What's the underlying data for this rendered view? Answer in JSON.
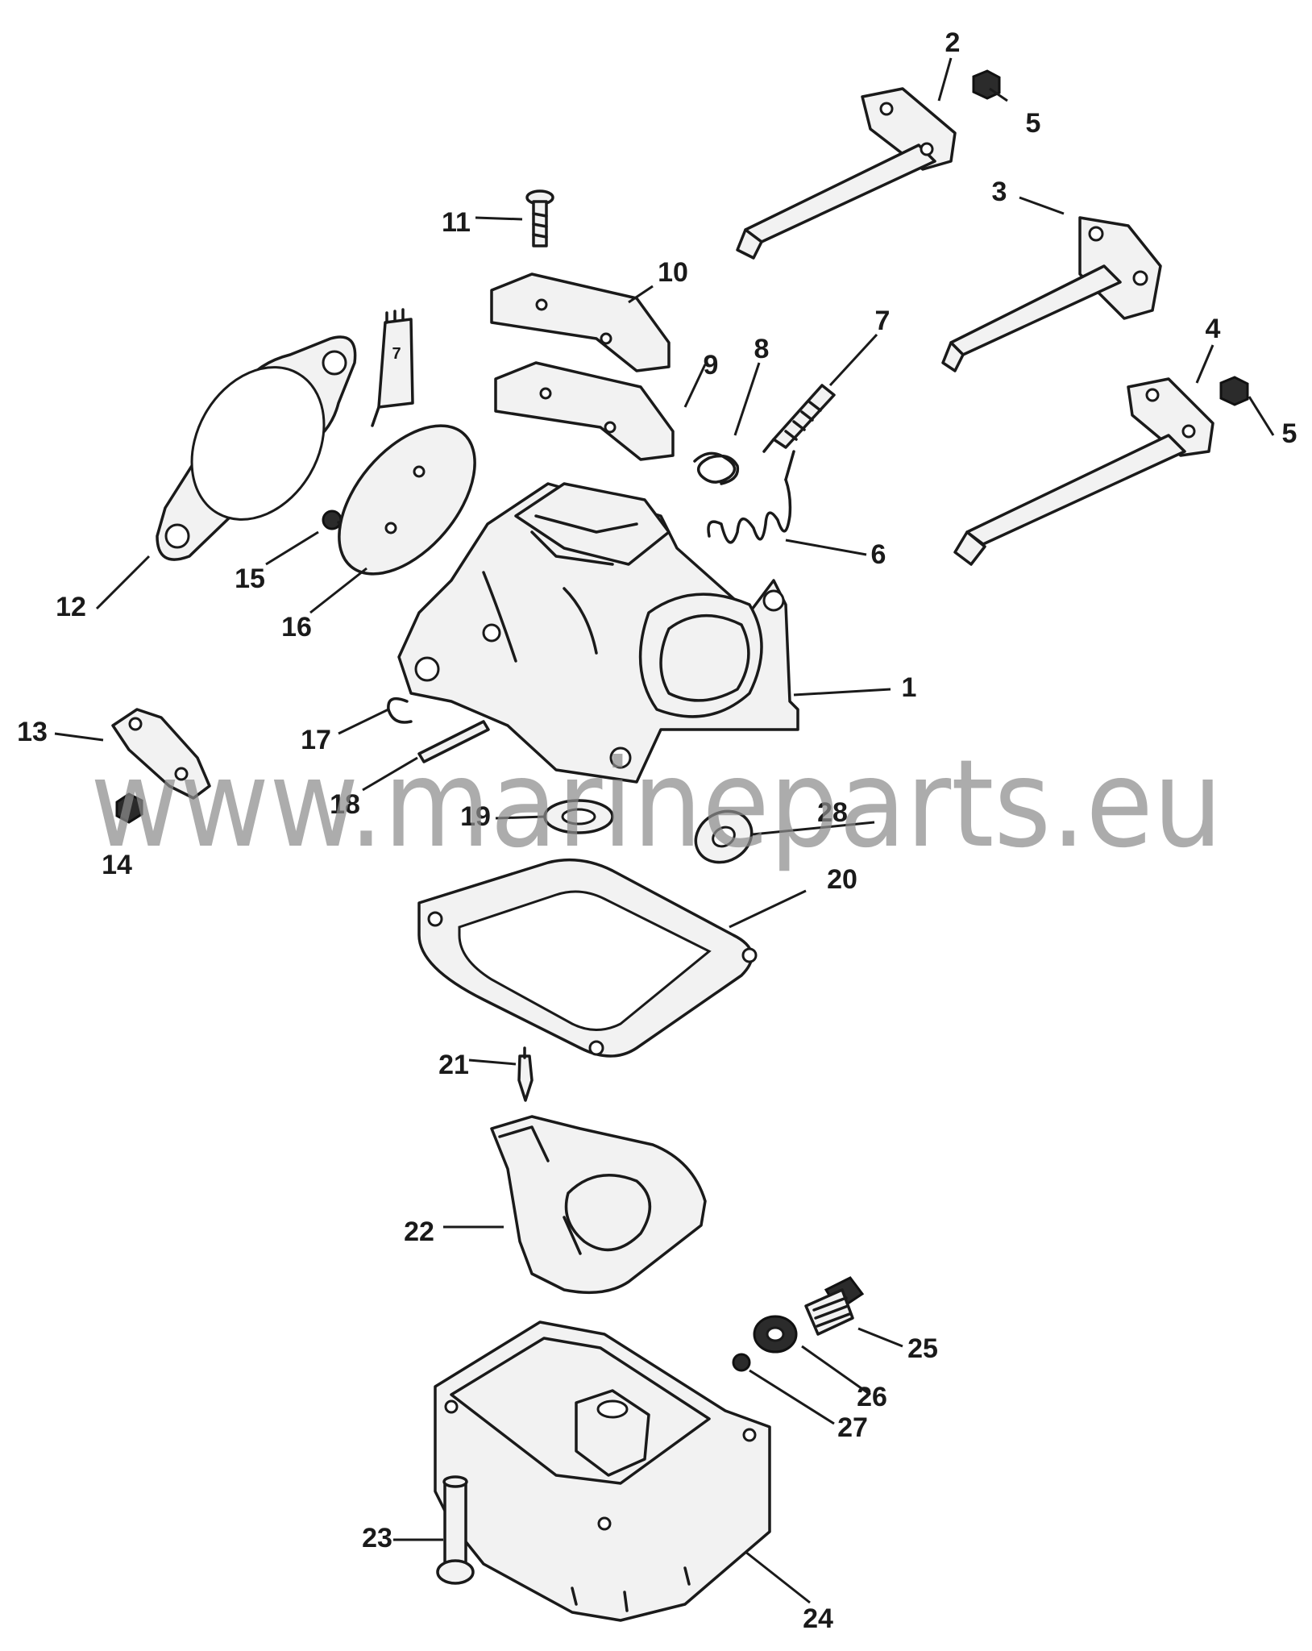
{
  "watermark": "www.marineparts.eu",
  "callouts": [
    {
      "number": "1",
      "part": "carburetor-body"
    },
    {
      "number": "2",
      "part": "throttle-shaft-lever"
    },
    {
      "number": "3",
      "part": "throttle-shaft-lever"
    },
    {
      "number": "4",
      "part": "throttle-shaft-lever"
    },
    {
      "number": "5",
      "part": "nut"
    },
    {
      "number": "5",
      "part": "nut"
    },
    {
      "number": "6",
      "part": "spring"
    },
    {
      "number": "7",
      "part": "idle-screw"
    },
    {
      "number": "7",
      "part": "tube"
    },
    {
      "number": "8",
      "part": "spring"
    },
    {
      "number": "9",
      "part": "gasket"
    },
    {
      "number": "10",
      "part": "cover-plate"
    },
    {
      "number": "11",
      "part": "screw"
    },
    {
      "number": "12",
      "part": "mounting-gasket"
    },
    {
      "number": "13",
      "part": "lever"
    },
    {
      "number": "14",
      "part": "nut"
    },
    {
      "number": "15",
      "part": "screw"
    },
    {
      "number": "16",
      "part": "throttle-plate"
    },
    {
      "number": "17",
      "part": "clip"
    },
    {
      "number": "18",
      "part": "pin"
    },
    {
      "number": "19",
      "part": "gasket"
    },
    {
      "number": "20",
      "part": "float-bowl-gasket"
    },
    {
      "number": "21",
      "part": "needle"
    },
    {
      "number": "22",
      "part": "float"
    },
    {
      "number": "23",
      "part": "screw"
    },
    {
      "number": "24",
      "part": "float-bowl"
    },
    {
      "number": "25",
      "part": "plug"
    },
    {
      "number": "26",
      "part": "washer"
    },
    {
      "number": "27",
      "part": "screw"
    },
    {
      "number": "28",
      "part": "washer"
    }
  ]
}
